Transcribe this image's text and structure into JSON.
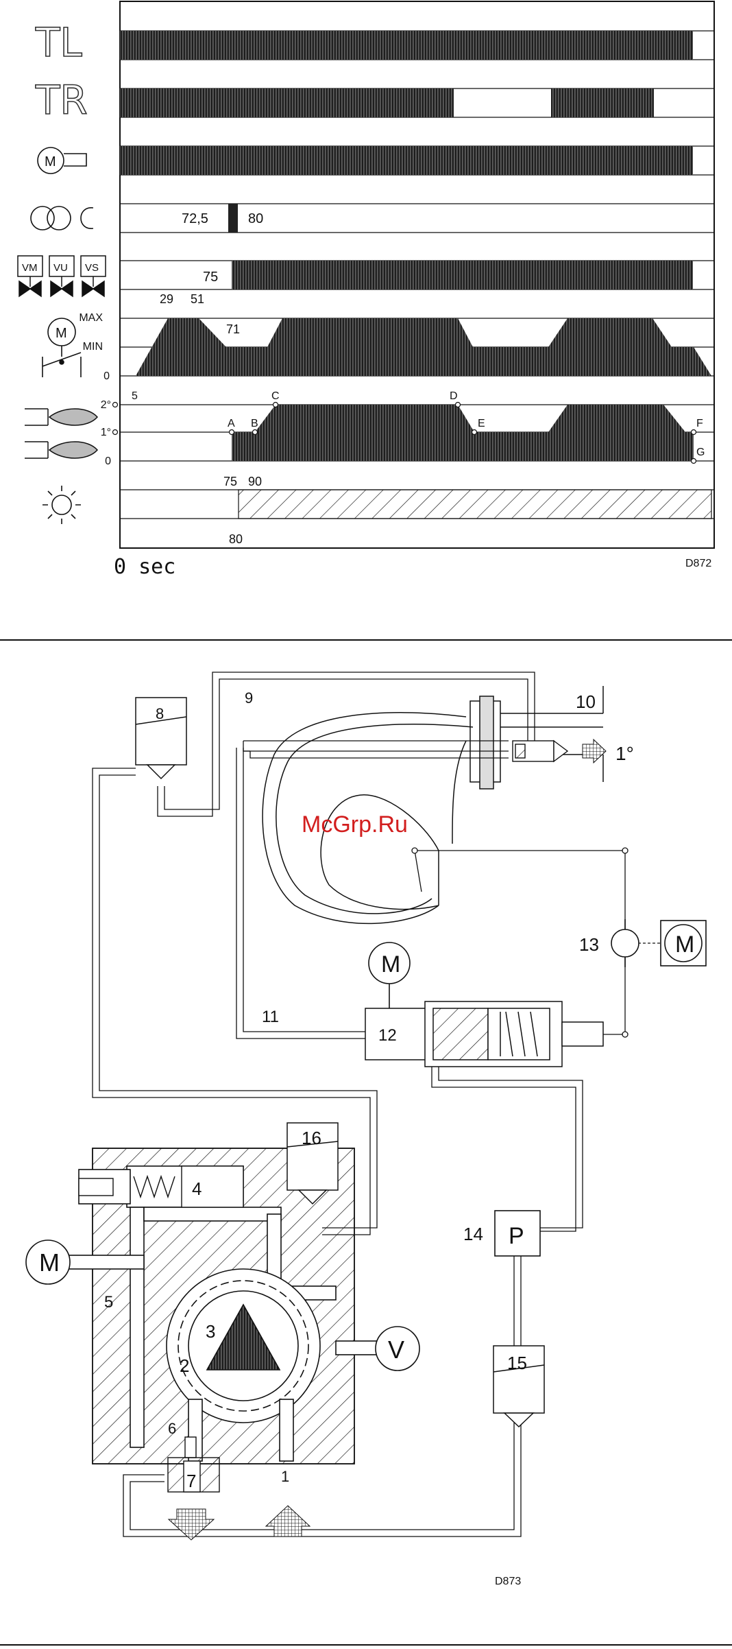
{
  "timing_chart": {
    "row_labels": {
      "tl": "TL",
      "tr": "TR"
    },
    "level_labels": {
      "max": "MAX",
      "min": "MIN",
      "zero": "0",
      "stage2": "2°",
      "stage1": "1°",
      "stage0": "0"
    },
    "time_marks": [
      "72,5",
      "80",
      "75",
      "29",
      "51",
      "71",
      "5",
      "75",
      "90",
      "80"
    ],
    "points": [
      "A",
      "B",
      "C",
      "D",
      "E",
      "F",
      "G"
    ],
    "valve_labels": [
      "VM",
      "VU",
      "VS"
    ],
    "motor_letter": "M",
    "x_origin_label": "0 sec",
    "figure_code": "D872"
  },
  "hydraulic_diagram": {
    "numbers": [
      "8",
      "9",
      "10",
      "1°",
      "11",
      "12",
      "13",
      "14",
      "15",
      "16",
      "4",
      "5",
      "3",
      "2",
      "6",
      "7",
      "1"
    ],
    "motor_letter": "M",
    "vacuum_letter": "V",
    "pressure_letter": "P",
    "watermark": "McGrp.Ru",
    "figure_code": "D873"
  }
}
